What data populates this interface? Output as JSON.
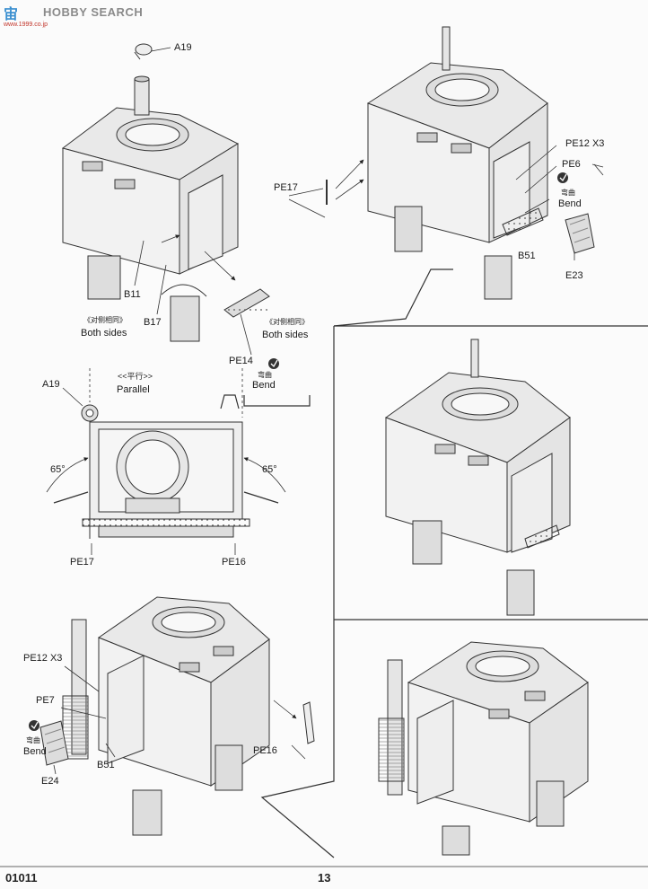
{
  "watermark": {
    "logo_cn": "宙",
    "brand": "HOBBY SEARCH",
    "url": "www.1999.co.jp"
  },
  "step1": {
    "part_a19": "A19",
    "part_b11": "B11",
    "part_b17": "B17",
    "part_pe14": "PE14",
    "both_sides_cn_1": "《对侧相同》",
    "both_sides_1": "Both sides",
    "both_sides_cn_2": "《对侧相同》",
    "both_sides_2": "Both sides",
    "bend_cn": "弯曲",
    "bend": "Bend"
  },
  "step2": {
    "part_pe17": "PE17",
    "part_pe12": "PE12 X3",
    "part_pe6": "PE6",
    "part_b51": "B51",
    "part_e23": "E23",
    "bend_cn": "弯曲",
    "bend": "Bend"
  },
  "step3": {
    "part_a19": "A19",
    "parallel_cn": "<<平行>>",
    "parallel": "Parallel",
    "angle_left": "65°",
    "angle_right": "65°",
    "part_pe17": "PE17",
    "part_pe16": "PE16"
  },
  "step4": {
    "part_pe12": "PE12 X3",
    "part_pe7": "PE7",
    "bend_cn": "弯曲",
    "bend": "Bend",
    "part_b51": "B51",
    "part_e24": "E24",
    "part_pe16": "PE16"
  },
  "footer": {
    "kit_number": "01011",
    "page_number": "13"
  }
}
